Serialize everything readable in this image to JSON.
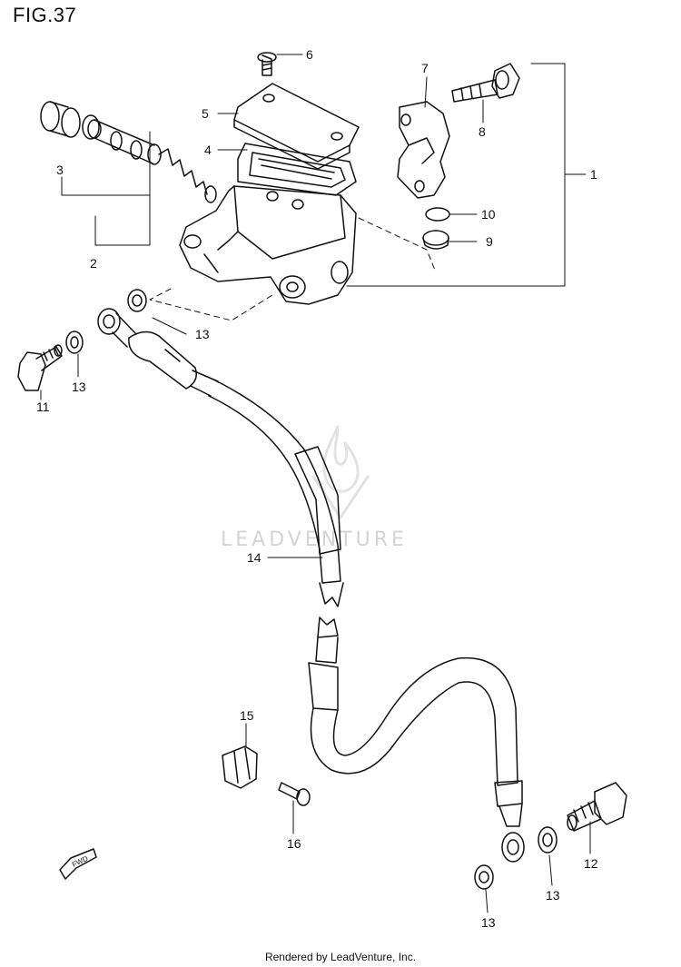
{
  "figure": {
    "title": "FIG.37"
  },
  "watermark": "LEADVENTURE",
  "fwd_label": "FWD",
  "footer": "Rendered by LeadVenture, Inc.",
  "callouts": {
    "c1": "1",
    "c2": "2",
    "c3": "3",
    "c4": "4",
    "c5": "5",
    "c6": "6",
    "c7": "7",
    "c8": "8",
    "c9": "9",
    "c10": "10",
    "c11": "11",
    "c12": "12",
    "c13a": "13",
    "c13b": "13",
    "c13c": "13",
    "c13d": "13",
    "c14": "14",
    "c15": "15",
    "c16": "16"
  }
}
